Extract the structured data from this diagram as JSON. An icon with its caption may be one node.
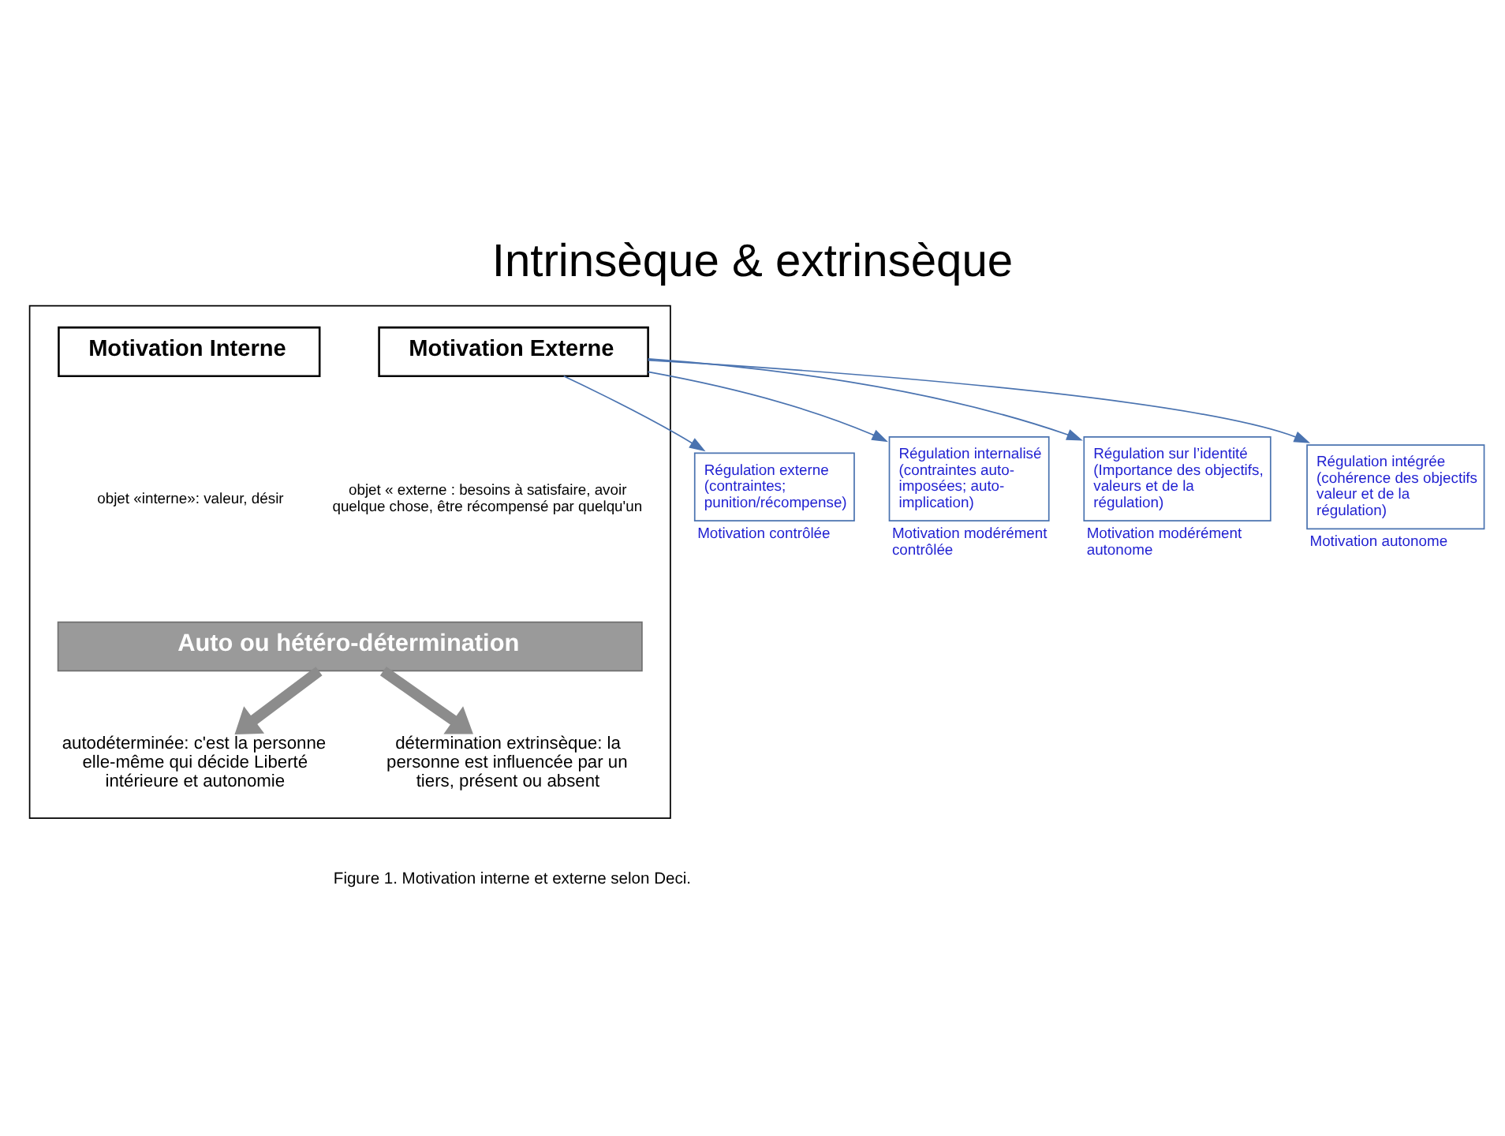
{
  "diagram": {
    "title": "Intrinsèque & extrinsèque",
    "caption": "Figure 1. Motivation interne et externe selon Deci.",
    "nodes": [
      {
        "text": [],
        "shape": "box"
      },
      {
        "text": [
          "Motivation Interne"
        ],
        "in": 0
      },
      {
        "text": [
          "Motivation Externe"
        ],
        "in": 0
      },
      {
        "text": [
          "Auto ou hétéro-détermination"
        ],
        "in": 0
      },
      {
        "text": [
          "autodéterminée: c'est la personne elle-même qui décide Liberté intérieure et autonomie"
        ],
        "in": 0
      },
      {
        "text": [
          "détermination extrinsèque: la personne est influencée par un tiers, présent ou absent"
        ],
        "in": 0
      },
      {
        "text": [
          "Régulation externe (contraintes; punition/récompense)"
        ],
        "beside": [
          "Motivation contrôlée"
        ]
      },
      {
        "text": [
          "Régulation internalisé (contraintes auto-imposées; auto-implication)"
        ],
        "beside": [
          "Motivation modérément contrôlée"
        ]
      },
      {
        "text": [
          "Régulation sur l’identité (Importance des objectifs, valeurs et de la régulation)"
        ],
        "beside": [
          "Motivation modérément autonome"
        ]
      },
      {
        "text": [
          "Régulation intégrée (cohérence des objectifs valeur et de la régulation)"
        ],
        "beside": [
          "Motivation autonome"
        ]
      }
    ],
    "edges": [
      {
        "from": 3,
        "to": 4,
        "arrow": "to",
        "style": "thick",
        "color": "#8c8c8c"
      },
      {
        "from": 3,
        "to": 5,
        "arrow": "to",
        "style": "thick",
        "color": "#8c8c8c"
      },
      {
        "from": 2,
        "to": 6,
        "arrow": "to"
      },
      {
        "from": 2,
        "to": 7,
        "arrow": "to"
      },
      {
        "from": 2,
        "to": 8,
        "arrow": "to"
      },
      {
        "from": 2,
        "to": 9,
        "arrow": "to"
      }
    ],
    "labels": [
      "objet «interne»: valeur, désir",
      "objet « externe : besoins à satisfaire, avoir quelque chose, être récompensé par quelqu'un"
    ]
  }
}
